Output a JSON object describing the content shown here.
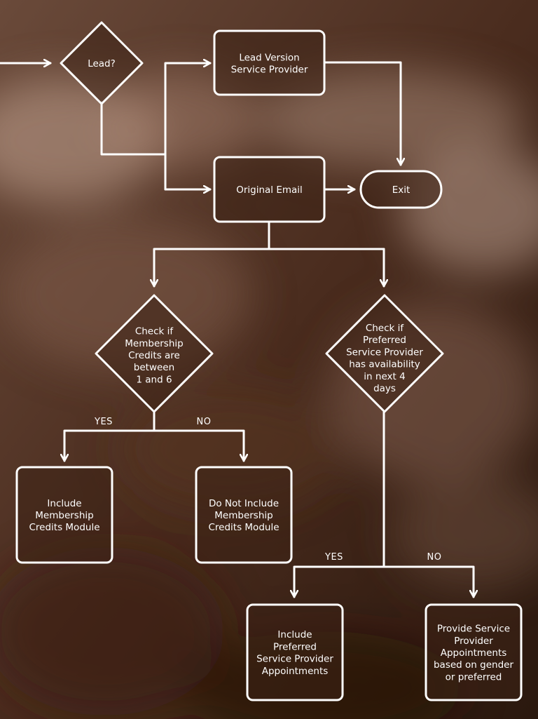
{
  "nodes": {
    "lead": {
      "lines": [
        "Lead?"
      ]
    },
    "lead_version": {
      "lines": [
        "Lead Version",
        "Service Provider"
      ]
    },
    "original_email": {
      "lines": [
        "Original Email"
      ]
    },
    "exit": {
      "lines": [
        "Exit"
      ]
    },
    "check_credits": {
      "lines": [
        "Check if",
        "Membership",
        "Credits are",
        "between",
        "1 and 6"
      ]
    },
    "check_availability": {
      "lines": [
        "Check if",
        "Preferred",
        "Service Provider",
        "has availability",
        "in next 4",
        "days"
      ]
    },
    "include_credits": {
      "lines": [
        "Include",
        "Membership",
        "Credits Module"
      ]
    },
    "exclude_credits": {
      "lines": [
        "Do Not Include",
        "Membership",
        "Credits Module"
      ]
    },
    "include_preferred": {
      "lines": [
        "Include",
        "Preferred",
        "Service Provider",
        "Appointments"
      ]
    },
    "provide_appointments": {
      "lines": [
        "Provide Service",
        "Provider",
        "Appointments",
        "based on gender",
        "or preferred"
      ]
    }
  },
  "labels": {
    "credits_yes": "YES",
    "credits_no": "NO",
    "availability_yes": "YES",
    "availability_no": "NO"
  },
  "colors": {
    "stroke": "#ffffff",
    "text": "#ffffff",
    "background_dark": "#2e1a10",
    "background_light": "#8a6a58"
  }
}
